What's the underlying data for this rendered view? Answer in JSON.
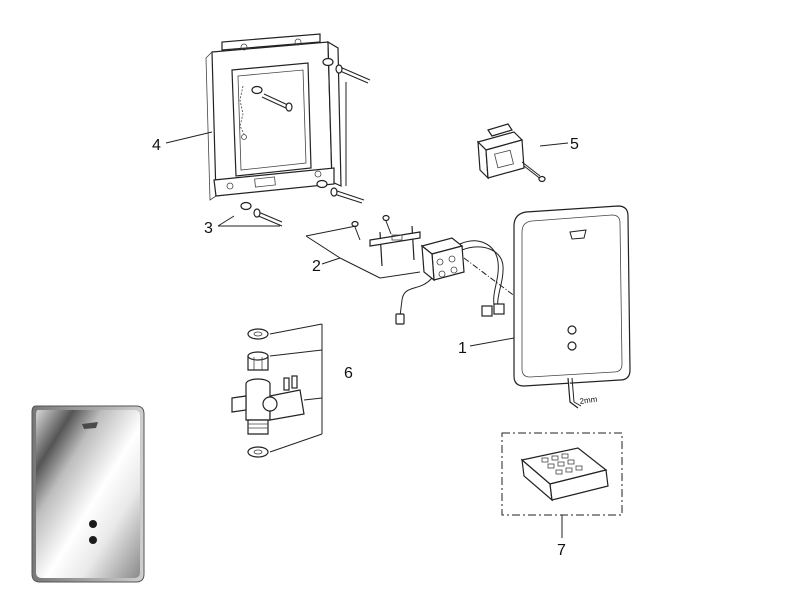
{
  "callouts": {
    "c1": "1",
    "c2": "2",
    "c3": "3",
    "c4": "4",
    "c5": "5",
    "c6": "6",
    "c7": "7"
  },
  "tool_label": "2mm",
  "colors": {
    "line": "#222222",
    "chrome_dark": "#5a5a5a",
    "chrome_light": "#ffffff"
  }
}
